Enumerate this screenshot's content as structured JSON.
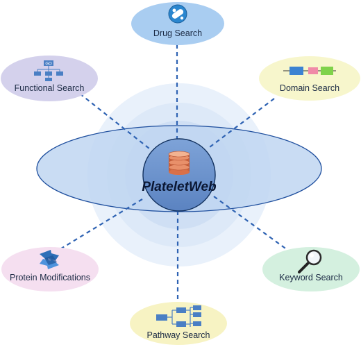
{
  "center": {
    "label": "PlateletWeb",
    "icon": "database-icon"
  },
  "nodes": [
    {
      "id": "drug-search",
      "label": "Drug Search",
      "icon": "pill-icon",
      "fill": "#a9cdf1"
    },
    {
      "id": "functional-search",
      "label": "Functional Search",
      "icon": "go-tree-icon",
      "fill": "#d4d1ec",
      "icon_text": "GO"
    },
    {
      "id": "domain-search",
      "label": "Domain Search",
      "icon": "domain-blocks-icon",
      "fill": "#f7f6cc"
    },
    {
      "id": "protein-modifications",
      "label": "Protein Modifications",
      "icon": "arrows-icon",
      "fill": "#f5dff0"
    },
    {
      "id": "keyword-search",
      "label": "Keyword Search",
      "icon": "magnifier-icon",
      "fill": "#d4f0df"
    },
    {
      "id": "pathway-search",
      "label": "Pathway Search",
      "icon": "pathway-icon",
      "fill": "#f7f3c3"
    }
  ],
  "colors": {
    "connector": "#2f63b3",
    "halo": "#d6e5f7",
    "disk": "#bdd6f1",
    "center_circle": "#6f94cc",
    "database": "#e07d4f"
  }
}
